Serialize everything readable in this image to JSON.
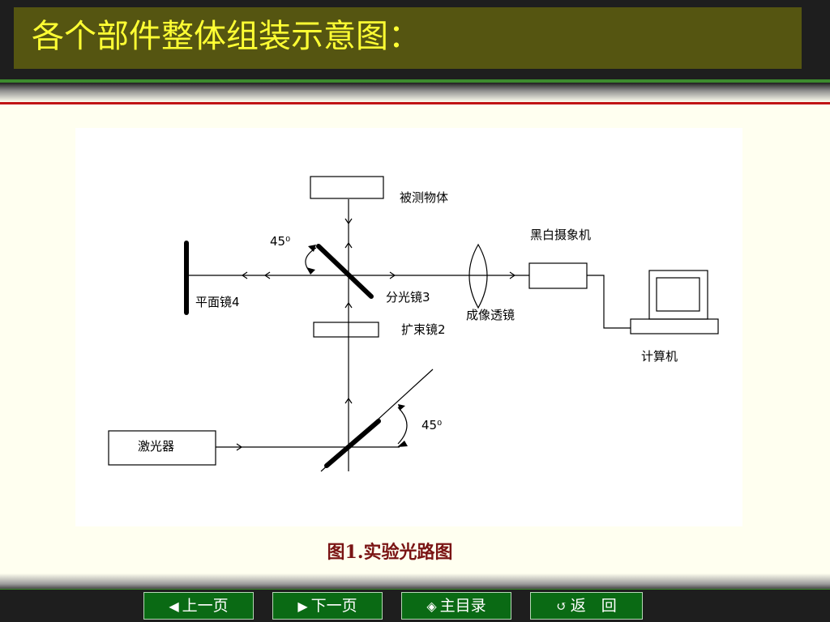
{
  "slide": {
    "title": "各个部件整体组装示意图："
  },
  "diagram": {
    "labels": {
      "object": "被测物体",
      "camera": "黑白摄象机",
      "mirror": "平面镜4",
      "splitter": "分光镜3",
      "lens": "成像透镜",
      "expander": "扩束镜2",
      "computer": "计算机",
      "laser": "激光器",
      "angle_top": "45⁰",
      "angle_bottom": "45⁰"
    }
  },
  "caption": "图1.实验光路图",
  "nav": {
    "prev": "上一页",
    "next": "下一页",
    "home": "主目录",
    "back": "返　回",
    "icons": {
      "prev": "triangle-left-icon",
      "next": "triangle-right-icon",
      "home": "diamond-icon",
      "back": "return-arrow-icon"
    }
  }
}
